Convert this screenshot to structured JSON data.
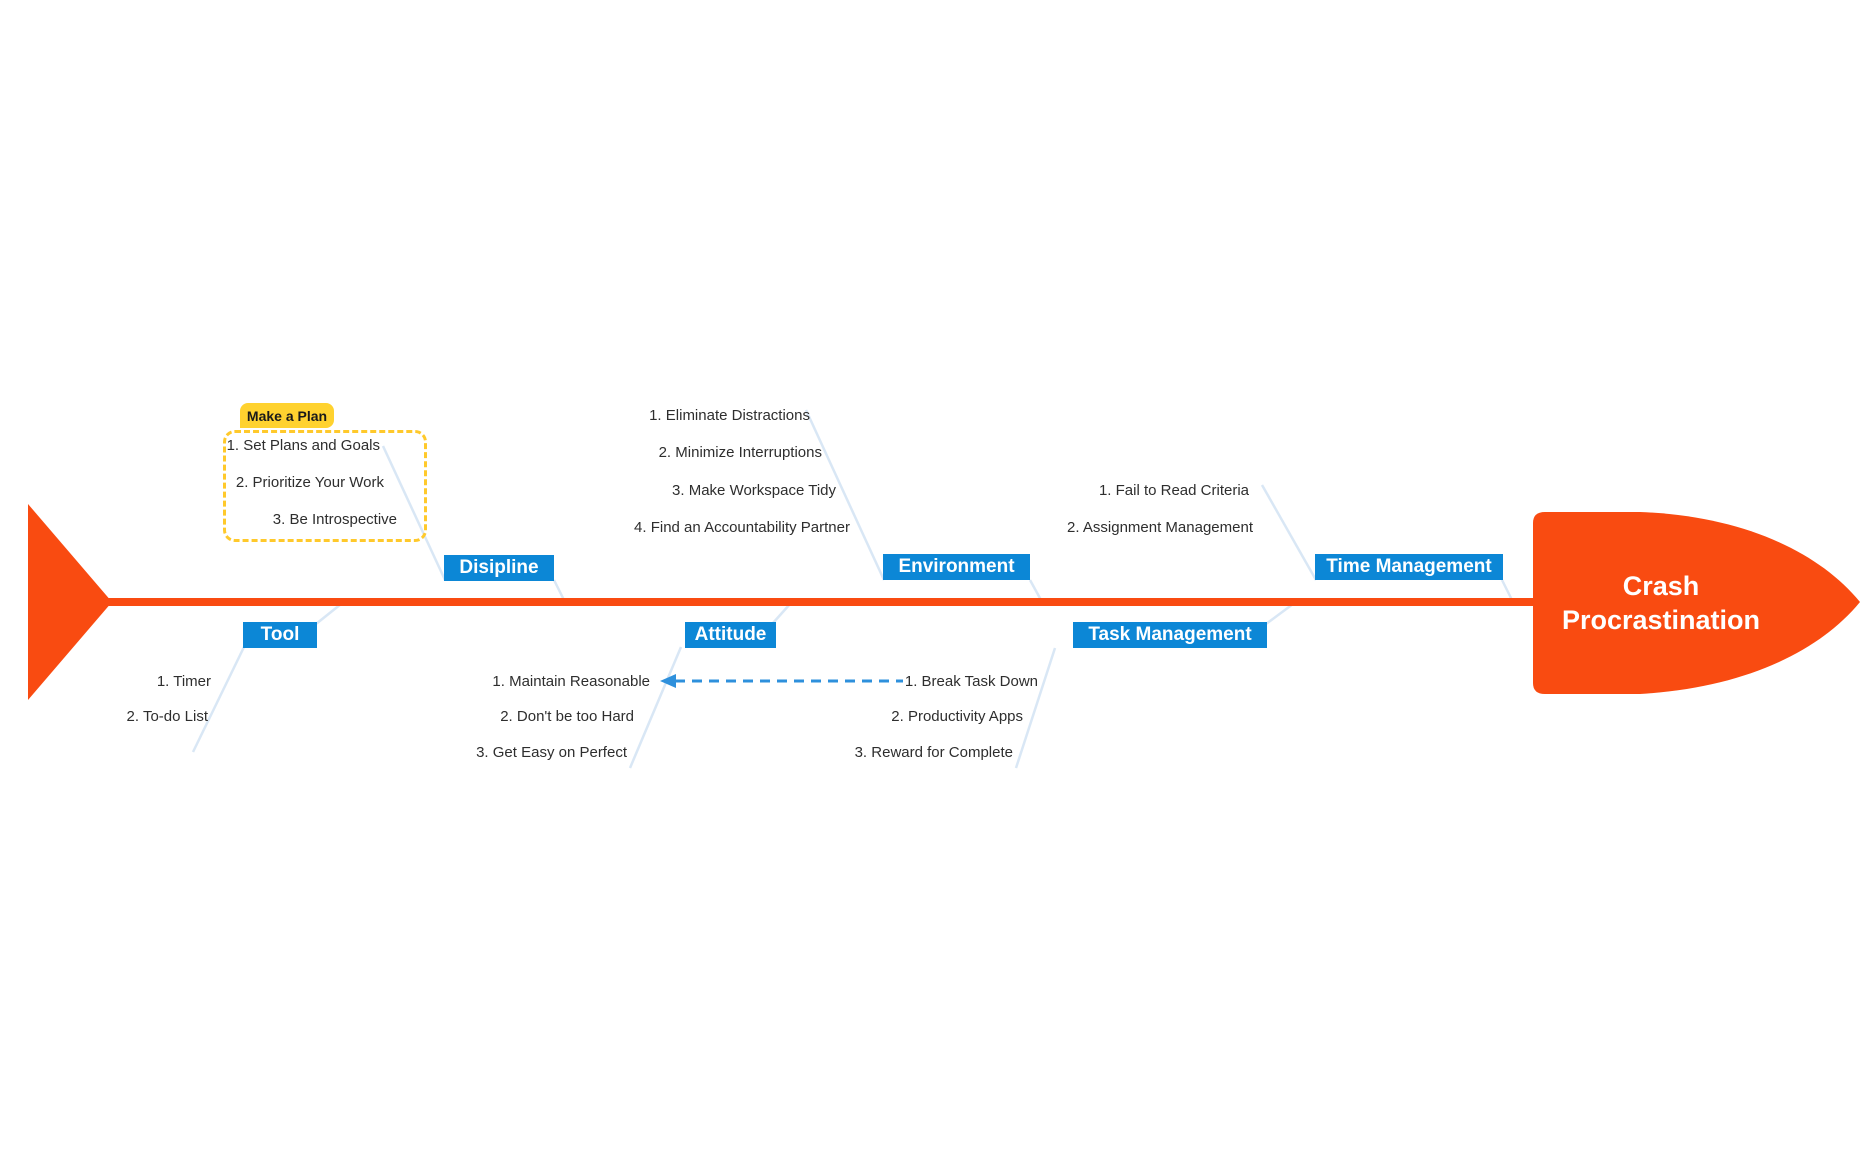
{
  "diagram": {
    "head": {
      "title_line1": "Crash",
      "title_line2": "Procrastination"
    },
    "note": {
      "tab_label": "Make a Plan",
      "items": [
        "1. Set Plans and Goals",
        "2. Prioritize Your Work",
        "3. Be Introspective"
      ]
    },
    "top_branches": [
      {
        "label": "Disipline",
        "items": []
      },
      {
        "label": "Environment",
        "items": [
          "1. Eliminate Distractions",
          "2. Minimize Interruptions",
          "3. Make Workspace Tidy",
          "4. Find an Accountability Partner"
        ]
      },
      {
        "label": "Time Management",
        "items": [
          "1. Fail to Read Criteria",
          "2. Assignment Management"
        ]
      }
    ],
    "bottom_branches": [
      {
        "label": "Tool",
        "items": [
          "1. Timer",
          "2. To-do List"
        ]
      },
      {
        "label": "Attitude",
        "items": [
          "1. Maintain Reasonable",
          "2. Don't be too Hard",
          "3. Get Easy on Perfect"
        ]
      },
      {
        "label": "Task Management",
        "items": [
          "1. Break Task Down",
          "2. Productivity Apps",
          "3. Reward for Complete"
        ]
      }
    ],
    "colors": {
      "spine_orange": "#f94b11",
      "label_blue": "#0c87d6",
      "bone_light_blue": "#d9e7f5",
      "arrow_blue": "#2e90dc",
      "note_yellow": "#ffd22f",
      "note_border_yellow": "#ffc92b",
      "item_text": "#2e2e2e"
    }
  }
}
